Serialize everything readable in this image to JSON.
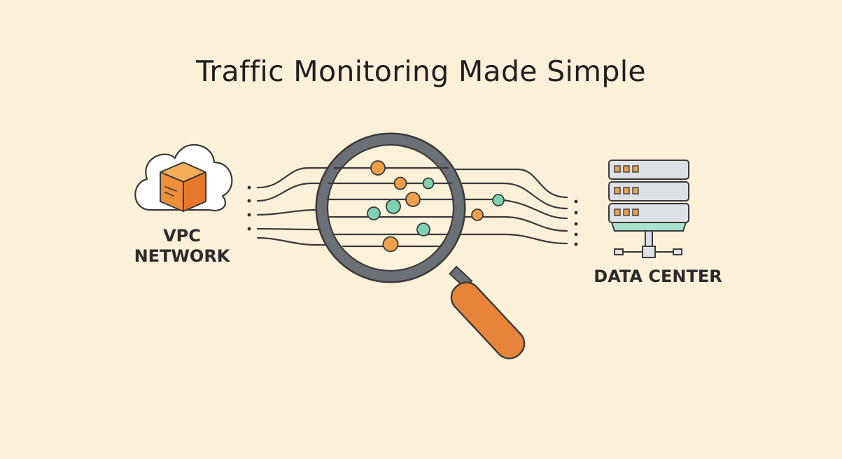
{
  "title": "Traffic Monitoring Made Simple",
  "nodes": {
    "source": {
      "label_line1": "VPC",
      "label_line2": "NETWORK",
      "icon": "cloud-with-box-icon"
    },
    "target": {
      "label": "DATA CENTER",
      "icon": "server-rack-icon"
    },
    "inspector": {
      "icon": "magnifying-glass-icon"
    }
  },
  "colors": {
    "background": "#fcf1d8",
    "accent_orange": "#f0a04b",
    "accent_teal": "#7fd1b3",
    "outline": "#3d3d3d",
    "glass_frame": "#6b6f76",
    "handle": "#e8843a",
    "server_body": "#d9dde2",
    "server_base": "#a9e3cf"
  }
}
